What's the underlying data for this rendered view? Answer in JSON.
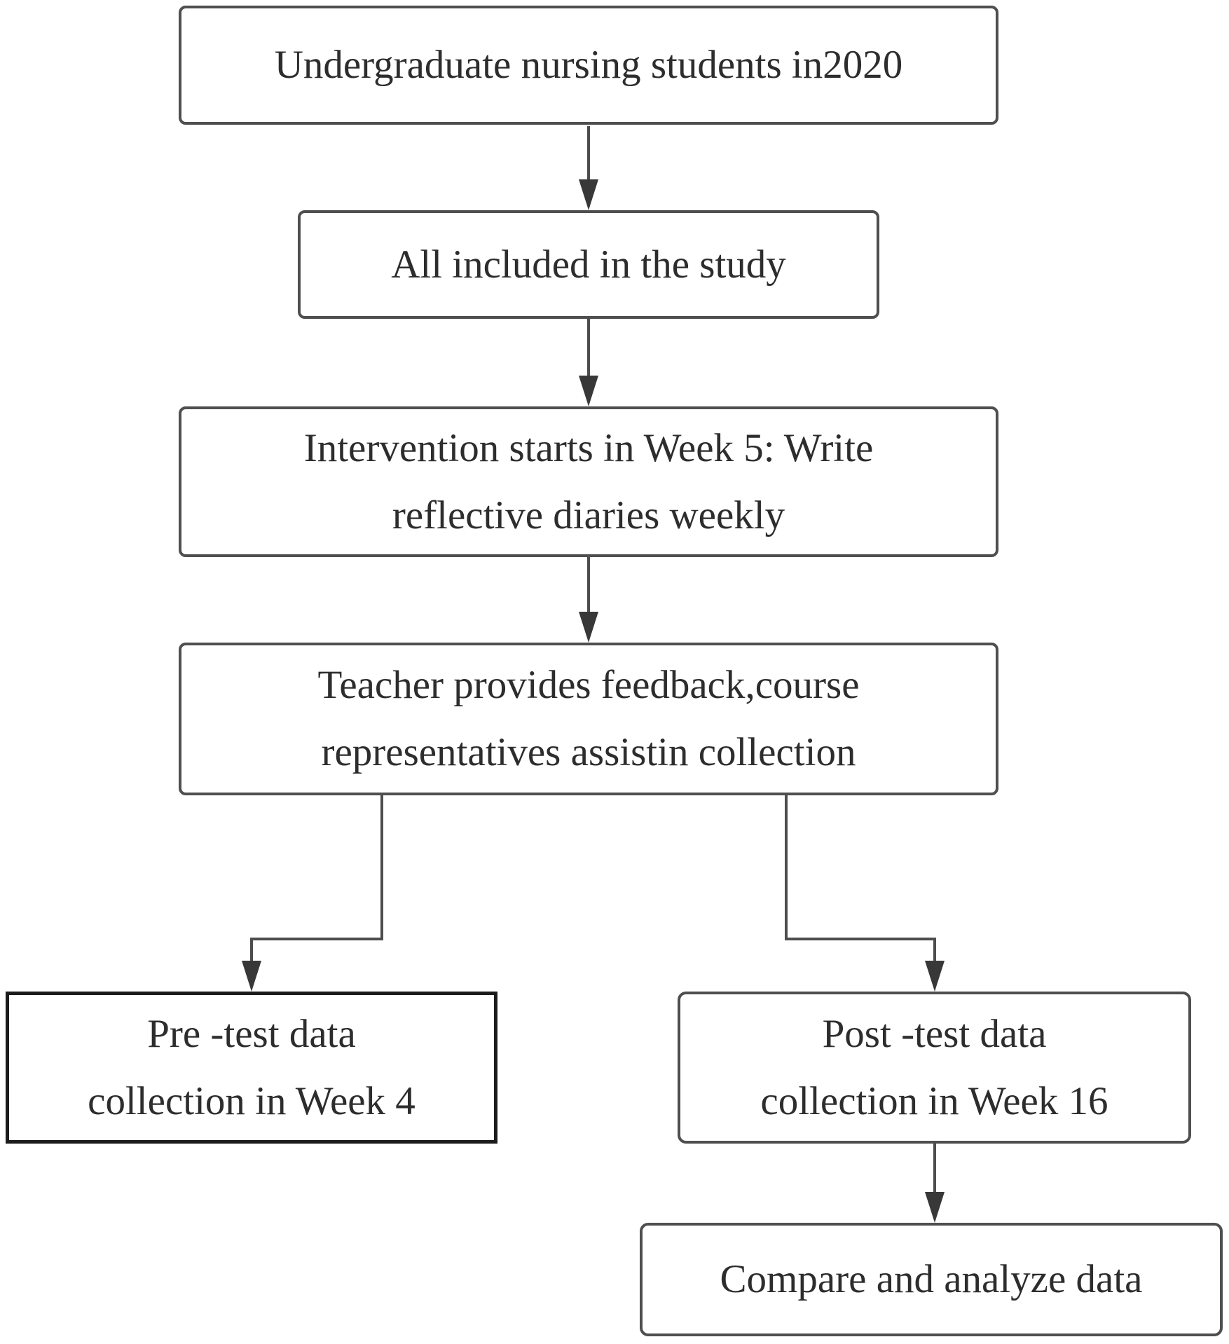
{
  "diagram": {
    "kind": "study-flowchart",
    "nodes": [
      {
        "id": "students",
        "text": "Undergraduate nursing students in2020"
      },
      {
        "id": "included",
        "text": "All included in the study"
      },
      {
        "id": "intervention",
        "text": "Intervention starts in Week 5: Write\nreflective diaries weekly"
      },
      {
        "id": "feedback",
        "text": "Teacher provides feedback,course\nrepresentatives assistin collection"
      },
      {
        "id": "pretest",
        "text": "Pre -test data\ncollection in Week 4"
      },
      {
        "id": "posttest",
        "text": "Post -test data\ncollection in Week 16"
      },
      {
        "id": "analyze",
        "text": "Compare and analyze data"
      }
    ],
    "edges": [
      {
        "from": "students",
        "to": "included"
      },
      {
        "from": "included",
        "to": "intervention"
      },
      {
        "from": "intervention",
        "to": "feedback"
      },
      {
        "from": "feedback",
        "to": "pretest"
      },
      {
        "from": "feedback",
        "to": "posttest"
      },
      {
        "from": "posttest",
        "to": "analyze"
      }
    ],
    "colors": {
      "background": "#ffffff",
      "box_border": "#4f4f4f",
      "pretest_box_border": "#1c1c1c",
      "text": "#2d2d2d",
      "arrow_line": "#4d4d4d",
      "arrow_head": "#383838"
    }
  }
}
